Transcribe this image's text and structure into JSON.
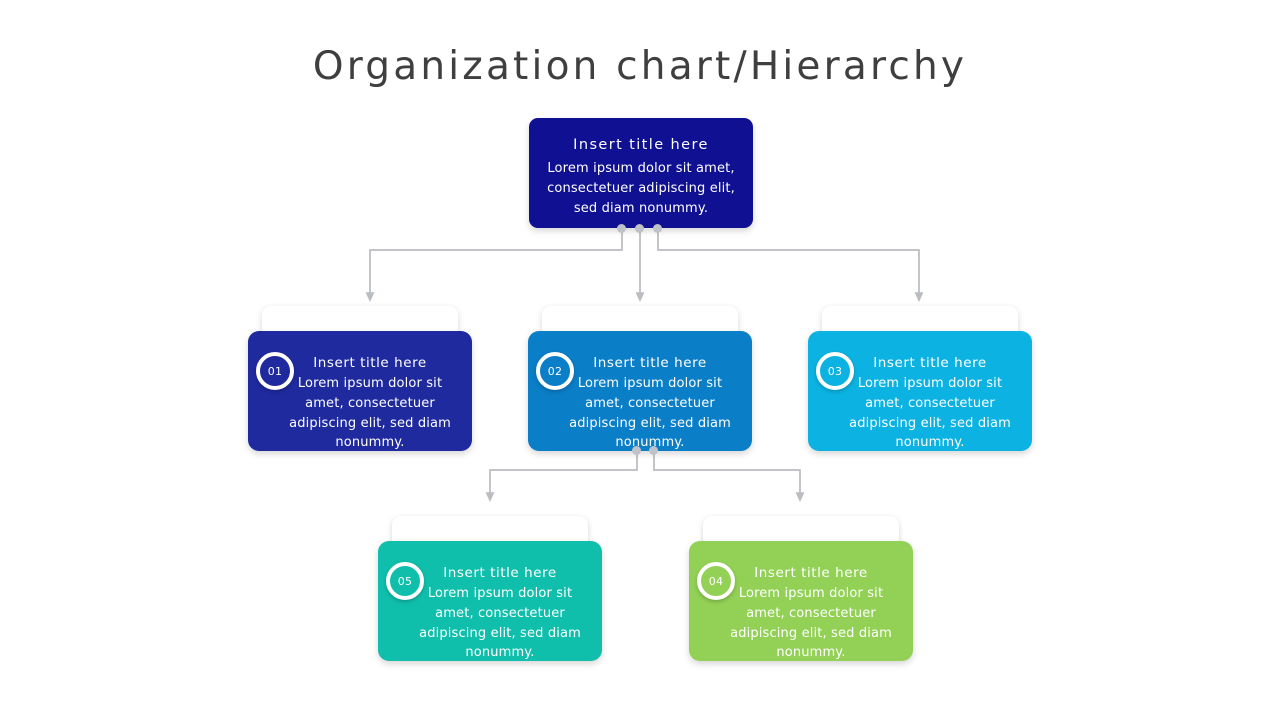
{
  "page": {
    "title": "Organization chart/Hierarchy",
    "background": "#ffffff",
    "title_color": "#3f3f3f"
  },
  "connector": {
    "line_color": "#b9bcc0",
    "dot_color": "#bfc2c6"
  },
  "chart_data": {
    "type": "diagram",
    "diagram_kind": "organization-chart",
    "title": "Organization chart/Hierarchy",
    "levels": 3,
    "nodes": [
      {
        "id": "root",
        "level": 1,
        "number": "",
        "title": "Insert title here",
        "body": "Lorem ipsum dolor sit amet, consectetuer adipiscing elit, sed diam nonummy.",
        "color": "#101092",
        "children": [
          "n01",
          "n02",
          "n03"
        ]
      },
      {
        "id": "n01",
        "level": 2,
        "number": "01",
        "title": "Insert title here",
        "body": "Lorem ipsum dolor sit amet, consectetuer adipiscing elit, sed diam nonummy.",
        "color": "#1f2a9e",
        "children": []
      },
      {
        "id": "n02",
        "level": 2,
        "number": "02",
        "title": "Insert title here",
        "body": "Lorem ipsum dolor sit amet, consectetuer adipiscing elit, sed diam nonummy.",
        "color": "#0b7ec8",
        "children": [
          "n05",
          "n04"
        ]
      },
      {
        "id": "n03",
        "level": 2,
        "number": "03",
        "title": "Insert title here",
        "body": "Lorem ipsum dolor sit amet, consectetuer adipiscing elit, sed diam nonummy.",
        "color": "#0cb3e2",
        "children": []
      },
      {
        "id": "n05",
        "level": 3,
        "number": "05",
        "title": "Insert title here",
        "body": "Lorem ipsum dolor sit amet, consectetuer adipiscing elit, sed diam nonummy.",
        "color": "#10bfab",
        "children": []
      },
      {
        "id": "n04",
        "level": 3,
        "number": "04",
        "title": "Insert title here",
        "body": "Lorem ipsum dolor sit amet, consectetuer adipiscing elit, sed diam nonummy.",
        "color": "#92d155",
        "children": []
      }
    ],
    "edges": [
      {
        "from": "root",
        "to": "n01"
      },
      {
        "from": "root",
        "to": "n02"
      },
      {
        "from": "root",
        "to": "n03"
      },
      {
        "from": "n02",
        "to": "n05"
      },
      {
        "from": "n02",
        "to": "n04"
      }
    ]
  }
}
